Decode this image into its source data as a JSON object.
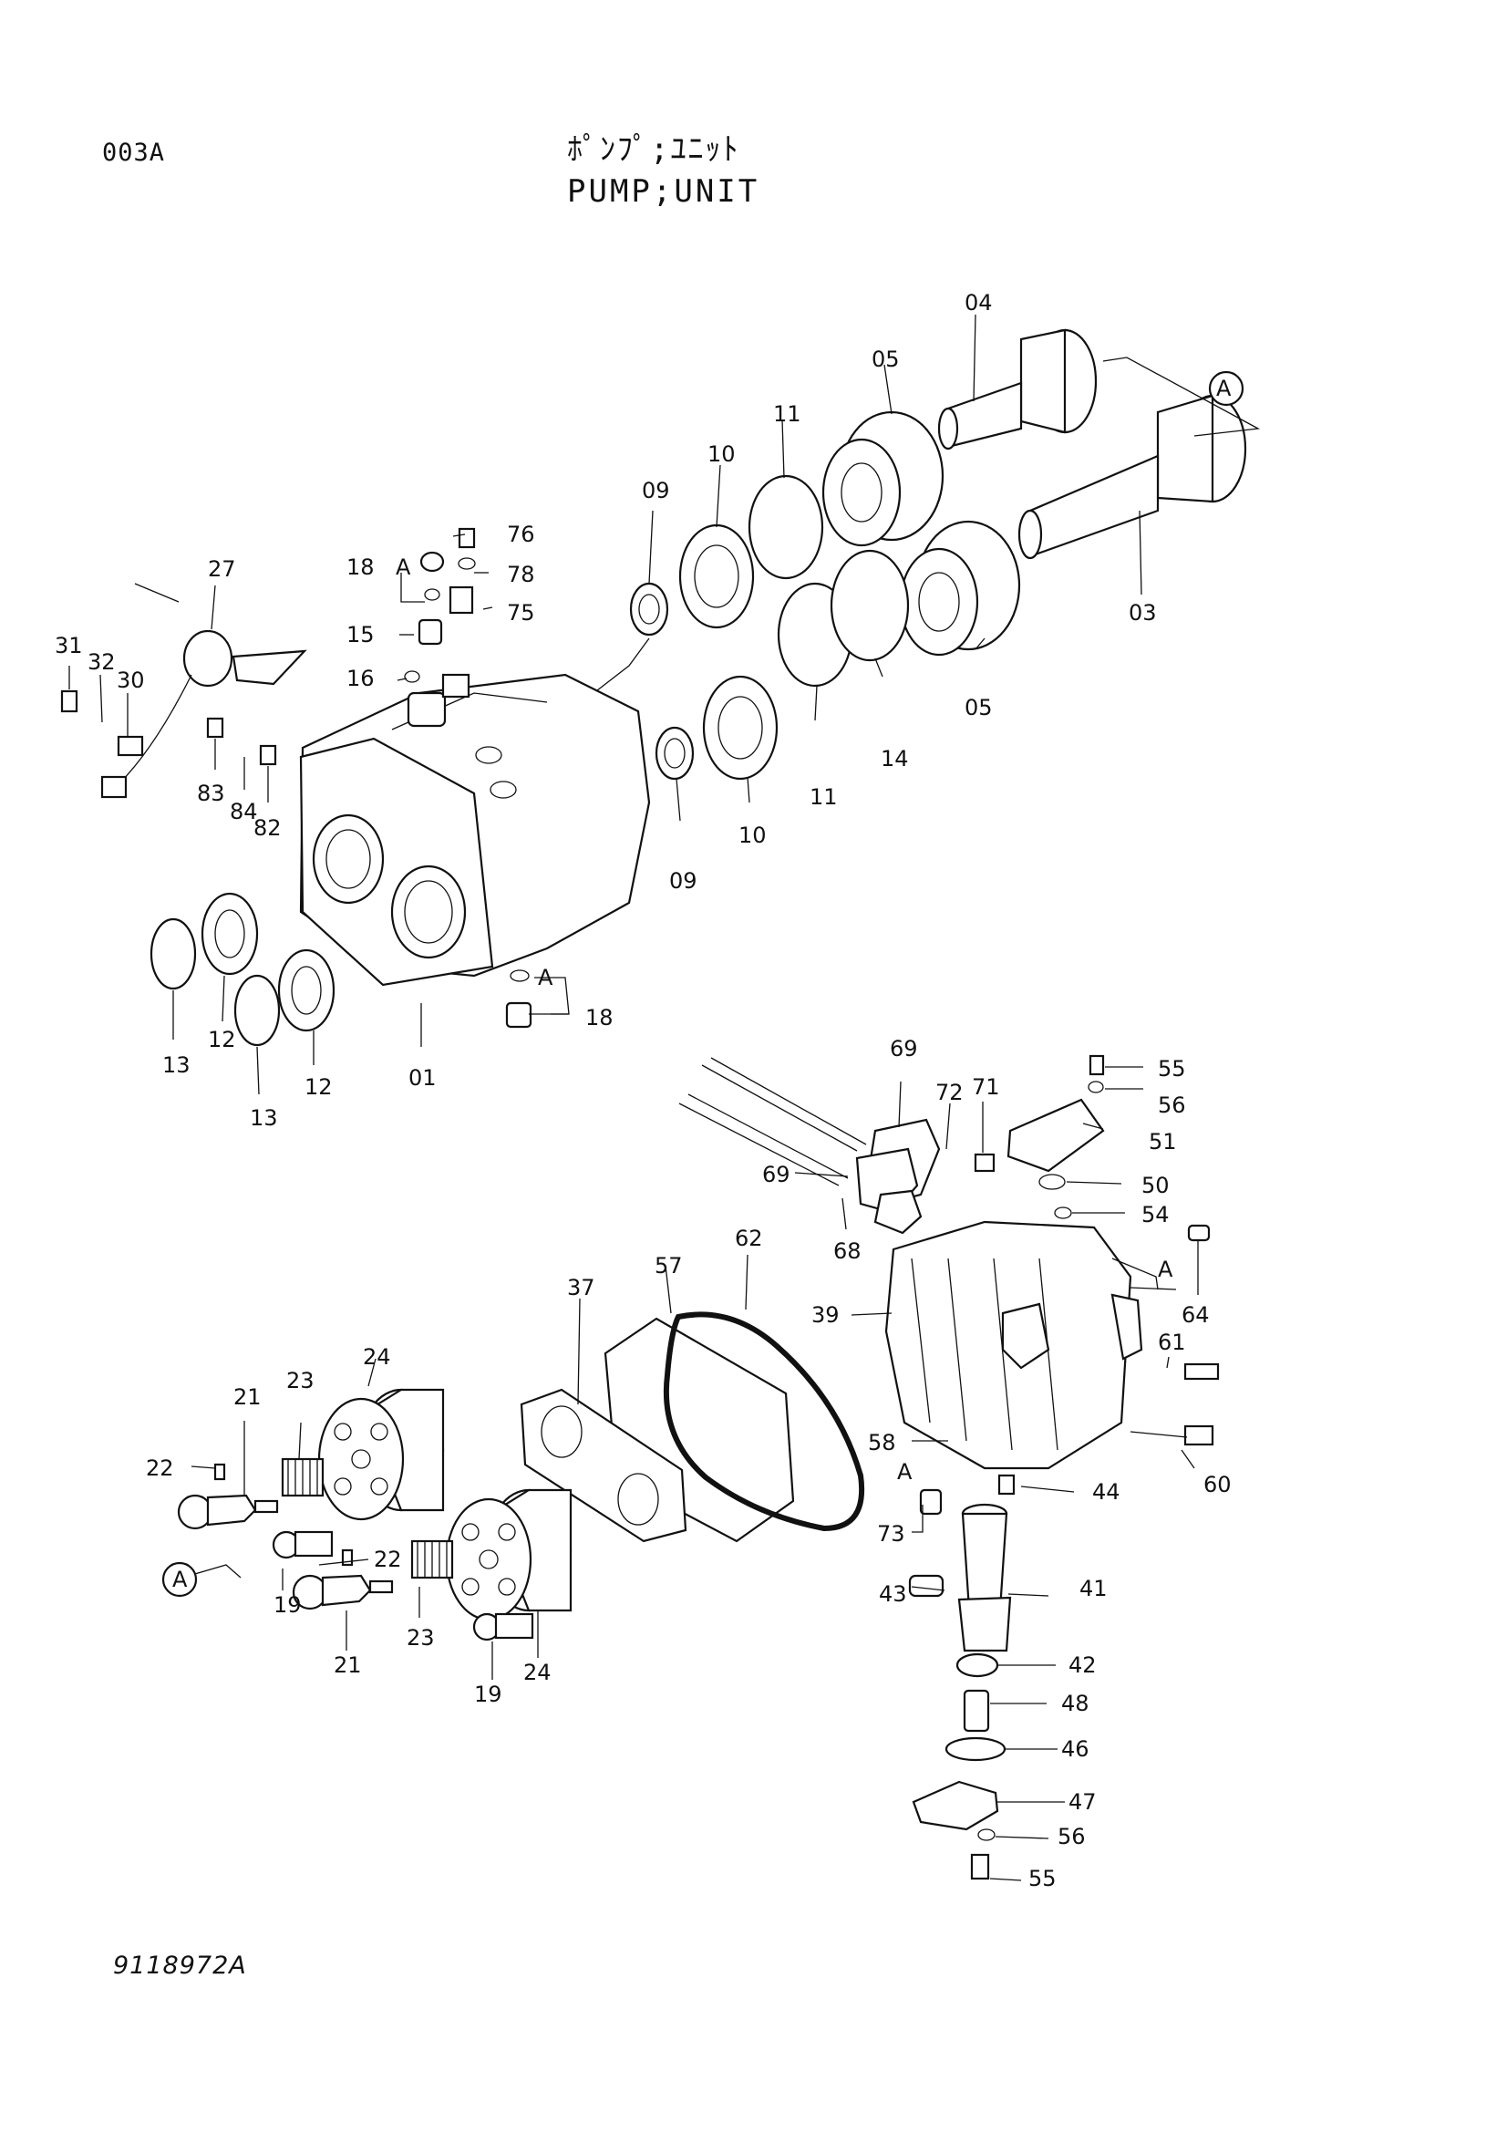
{
  "header": {
    "page_code": "003A",
    "title_jp": "ﾎﾟﾝﾌﾟ;ﾕﾆｯﾄ",
    "title_en": "PUMP;UNIT"
  },
  "footer": {
    "drawing_number": "9118972A"
  },
  "callouts": {
    "p04": "04",
    "p05a": "05",
    "pA1": "A",
    "p11a": "11",
    "p10a": "10",
    "p09a": "09",
    "p03": "03",
    "p05b": "05",
    "p14": "14",
    "p11b": "11",
    "p10b": "10",
    "p09b": "09",
    "p76": "76",
    "p18a": "18",
    "pA2": "A",
    "p78": "78",
    "p75": "75",
    "p15": "15",
    "p16": "16",
    "p27": "27",
    "p31": "31",
    "p32": "32",
    "p30": "30",
    "p83": "83",
    "p84": "84",
    "p82": "82",
    "p13a": "13",
    "p12a": "12",
    "p13b": "13",
    "p12b": "12",
    "p01": "01",
    "pA3": "A",
    "p18b": "18",
    "p69a": "69",
    "p72": "72",
    "p71": "71",
    "p55a": "55",
    "p56a": "56",
    "p51": "51",
    "p69b": "69",
    "p50": "50",
    "p54": "54",
    "p68": "68",
    "p62": "62",
    "p57": "57",
    "p37": "37",
    "p39": "39",
    "pA4": "A",
    "p64": "64",
    "p61": "61",
    "p58": "58",
    "p60": "60",
    "pA5": "A",
    "p73": "73",
    "p44": "44",
    "p24a": "24",
    "p23a": "23",
    "p21a": "21",
    "p22a": "22",
    "pA6": "A",
    "p19a": "19",
    "p22b": "22",
    "p23b": "23",
    "p21b": "21",
    "p24b": "24",
    "p19b": "19",
    "p41": "41",
    "p43": "43",
    "p42": "42",
    "p48": "48",
    "p46": "46",
    "p47": "47",
    "p56b": "56",
    "p55b": "55"
  }
}
